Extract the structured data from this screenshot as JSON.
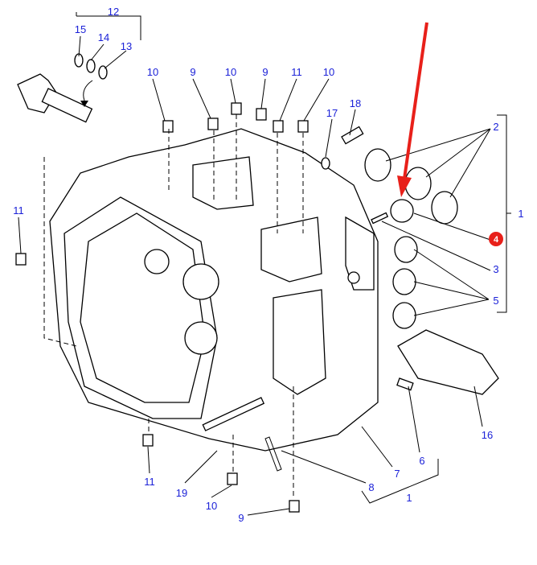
{
  "diagram": {
    "callouts": [
      "12",
      "15",
      "14",
      "13",
      "10",
      "9",
      "10",
      "9",
      "11",
      "10",
      "17",
      "18",
      "2",
      "1",
      "11",
      "4",
      "3",
      "5",
      "16",
      "6",
      "7",
      "1",
      "8",
      "19",
      "11",
      "10",
      "9"
    ],
    "highlighted_callout": "4",
    "colors": {
      "callout_text": "#1c22d8",
      "highlight": "#e8201a",
      "arrow": "#e8201a",
      "linework": "#000000"
    }
  }
}
